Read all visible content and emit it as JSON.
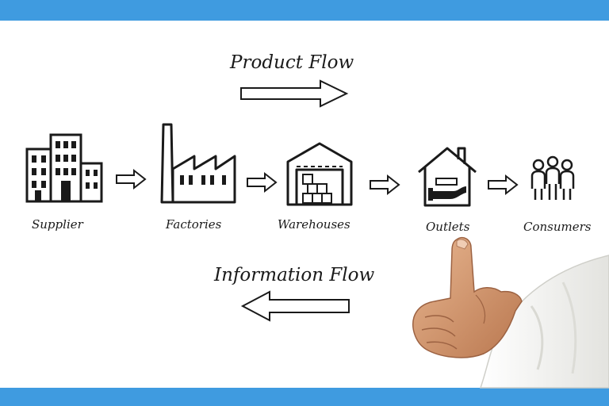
{
  "diagram": {
    "product_flow_label": "Product Flow",
    "information_flow_label": "Information Flow",
    "nodes": [
      {
        "id": "supplier",
        "label": "Supplier",
        "icon": "office-building-icon"
      },
      {
        "id": "factories",
        "label": "Factories",
        "icon": "factory-icon"
      },
      {
        "id": "warehouses",
        "label": "Warehouses",
        "icon": "warehouse-icon"
      },
      {
        "id": "outlets",
        "label": "Outlets",
        "icon": "store-house-icon"
      },
      {
        "id": "consumers",
        "label": "Consumers",
        "icon": "people-group-icon"
      }
    ]
  },
  "colors": {
    "band": "#3f9be0",
    "ink": "#1a1a1a",
    "skin": "#d8a07a",
    "sleeve": "#f1f1ee"
  }
}
